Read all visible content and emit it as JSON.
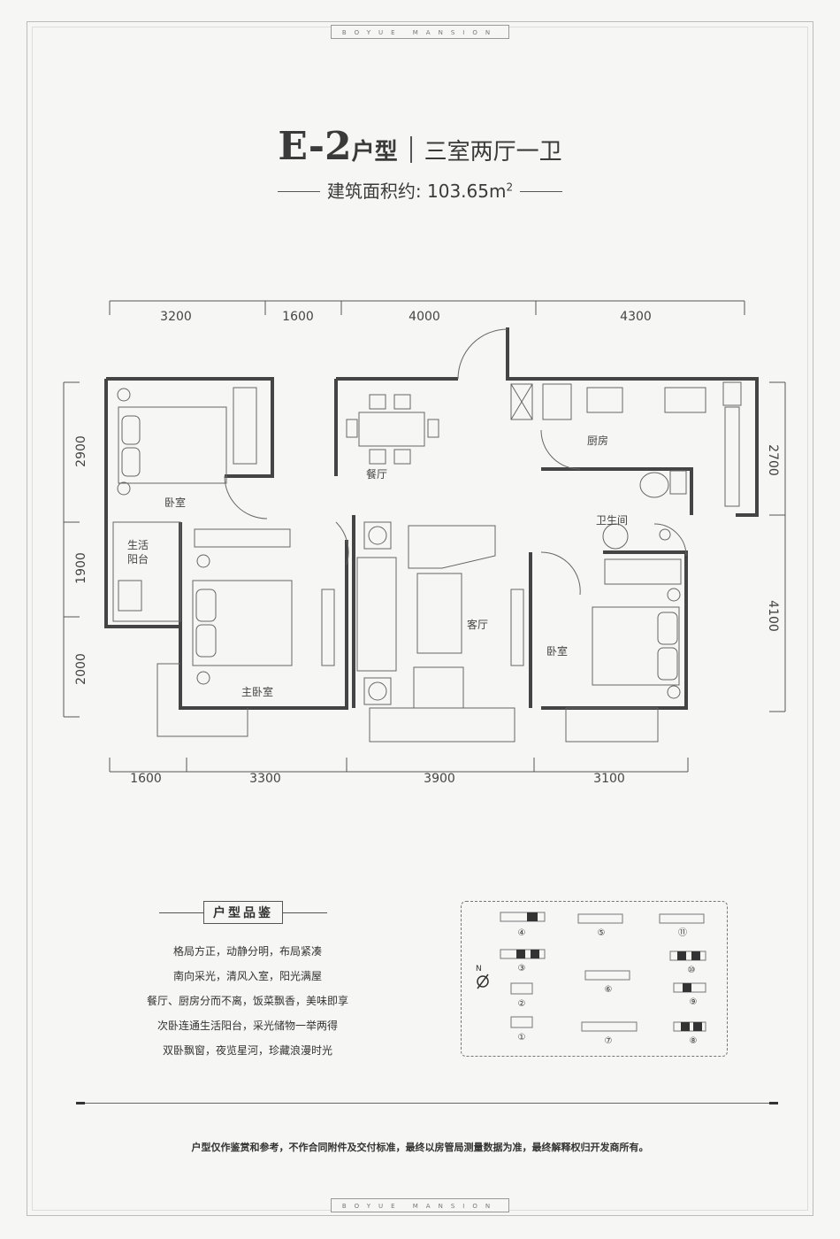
{
  "brand": {
    "text": "BOYUE MANSION"
  },
  "title": {
    "code": "E-2",
    "suffix": "户型",
    "layout": "三室两厅一卫"
  },
  "area": {
    "label": "建筑面积约:",
    "value": "103.65m",
    "unit_sup": "2"
  },
  "dimensions": {
    "top": [
      "3200",
      "1600",
      "4000",
      "4300"
    ],
    "bottom": [
      "1600",
      "3300",
      "3900",
      "3100"
    ],
    "left": [
      "2900",
      "1900",
      "2000"
    ],
    "right": [
      "2700",
      "4100"
    ]
  },
  "rooms": {
    "bedroom_nw": "卧室",
    "balcony_line1": "生活",
    "balcony_line2": "阳台",
    "dining": "餐厅",
    "kitchen": "厨房",
    "bathroom": "卫生间",
    "master_bedroom": "主卧室",
    "living": "客厅",
    "bedroom_se": "卧室"
  },
  "features": {
    "title": "户型品鉴",
    "items": [
      "格局方正，动静分明，布局紧凑",
      "南向采光，清风入室，阳光满屋",
      "餐厅、厨房分而不离，饭菜飘香，美味即享",
      "次卧连通生活阳台，采光储物一举两得",
      "双卧飘窗，夜览星河，珍藏浪漫时光"
    ]
  },
  "site_plan": {
    "compass_label": "N",
    "buildings": [
      "④",
      "⑤",
      "⑪",
      "③",
      "⑩",
      "②",
      "⑥",
      "⑨",
      "①",
      "⑦",
      "⑧"
    ]
  },
  "disclaimer": "户型仅作鉴赏和参考，不作合同附件及交付标准，最终以房管局测量数据为准，最终解释权归开发商所有。"
}
